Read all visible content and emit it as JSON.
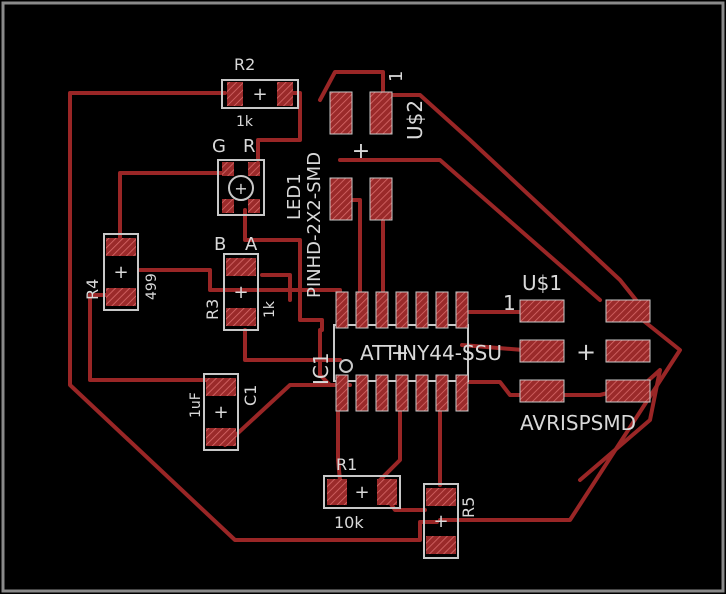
{
  "colors": {
    "background": "#000000",
    "border": "#8a8a8a",
    "trace": "#9a2626",
    "pad": "#b03a3a",
    "pad_outline": "#c8c8c8",
    "label": "#d9d9d9"
  },
  "labels": {
    "r2_name": "R2",
    "r2_value": "1k",
    "led_name": "LED1",
    "led_g": "G",
    "led_r": "R",
    "led_b": "B",
    "led_a": "A",
    "u2_name": "U$2",
    "u2_pin1": "1",
    "u2_part": "PINHD-2X2-SMD",
    "r4_name": "R4",
    "r4_value": "499",
    "r3_name": "R3",
    "r3_value": "1k",
    "ic1_name": "IC1",
    "ic1_part": "ATTINY44-SSU",
    "u1_name": "U$1",
    "u1_pin1": "1",
    "u1_part": "AVRISPSMD",
    "c1_name": "C1",
    "c1_value": "1uF",
    "r1_name": "R1",
    "r1_value": "10k",
    "r5_name": "R5"
  }
}
